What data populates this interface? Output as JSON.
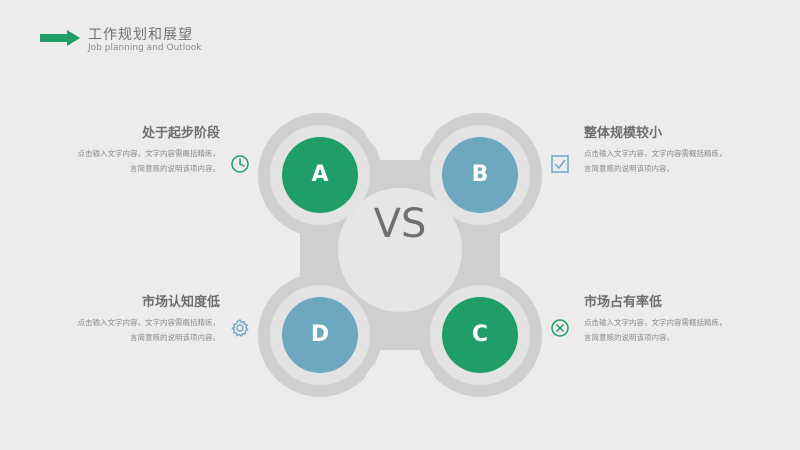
{
  "header": {
    "title": "工作规划和展望",
    "subtitle": "Job planning and Outlook",
    "accent_color": "#1f9e68"
  },
  "center": {
    "label": "VS"
  },
  "circles": [
    {
      "letter": "A",
      "color": "#1f9e68"
    },
    {
      "letter": "B",
      "color": "#6ea8c0"
    },
    {
      "letter": "C",
      "color": "#1f9e68"
    },
    {
      "letter": "D",
      "color": "#6ea8c0"
    }
  ],
  "items": {
    "top_left": {
      "title": "处于起步阶段",
      "desc_line1": "点击输入文字内容，文字内容需概括精练，",
      "desc_line2": "言简意赅的说明该项内容。",
      "icon": "clock-icon"
    },
    "top_right": {
      "title": "整体规模较小",
      "desc_line1": "点击输入文字内容，文字内容需概括精练，",
      "desc_line2": "言简意赅的说明该项内容。",
      "icon": "checkbox-icon"
    },
    "bottom_left": {
      "title": "市场认知度低",
      "desc_line1": "点击输入文字内容，文字内容需概括精练，",
      "desc_line2": "言简意赅的说明该项内容。",
      "icon": "gear-icon"
    },
    "bottom_right": {
      "title": "市场占有率低",
      "desc_line1": "点击输入文字内容，文字内容需概括精练，",
      "desc_line2": "言简意赅的说明该项内容。",
      "icon": "close-circle-icon"
    }
  }
}
